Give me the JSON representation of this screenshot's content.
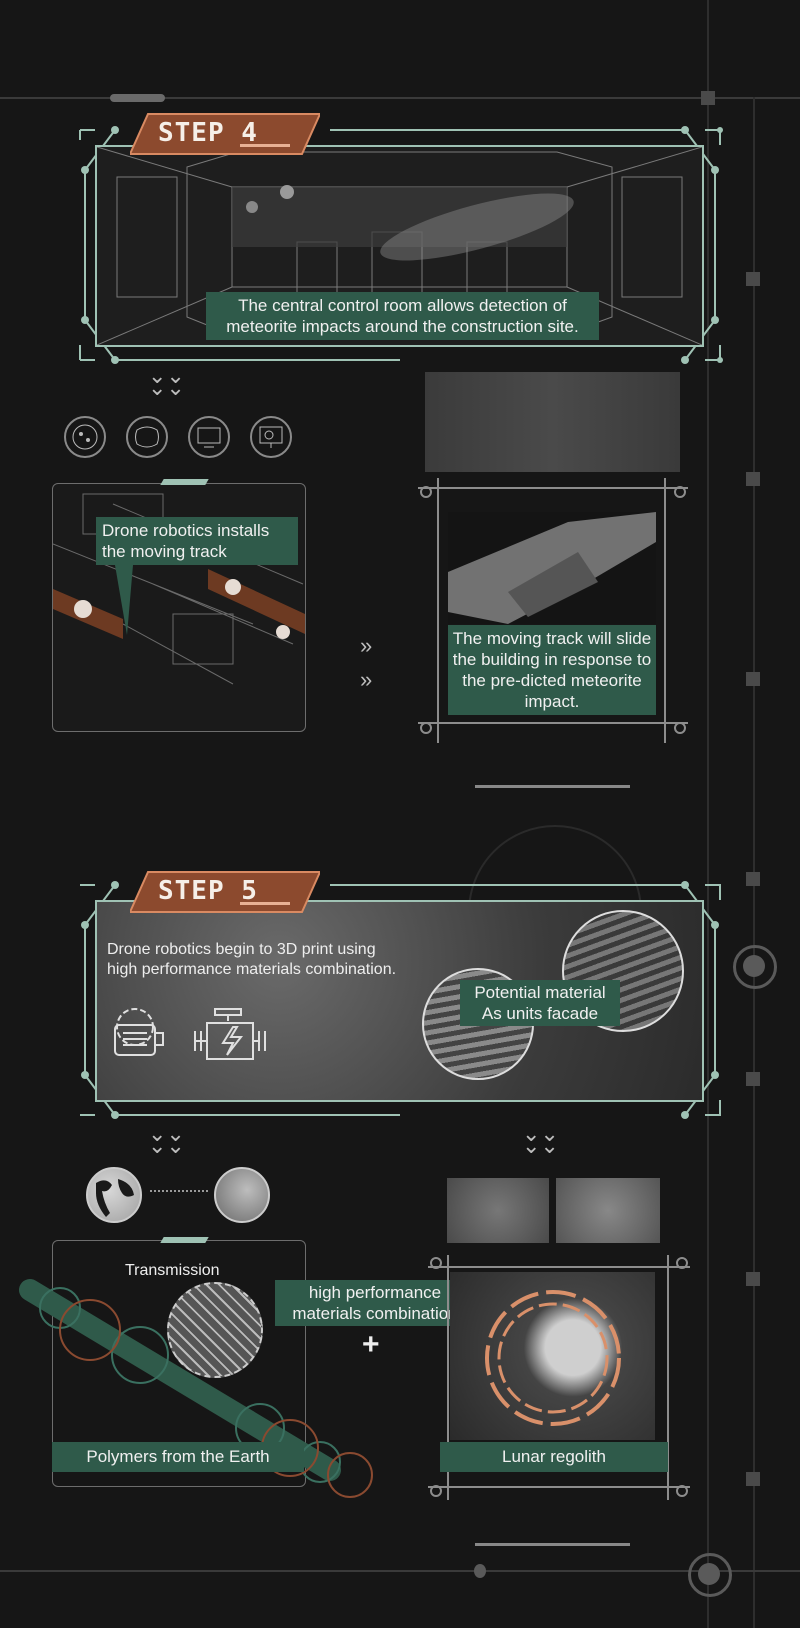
{
  "step4": {
    "badge": "STEP 4",
    "main_caption": "The central control room allows detection of meteorite impacts around the construction site.",
    "icons": [
      "microbe-icon",
      "map-icon",
      "monitor-icon",
      "radar-monitor-icon"
    ],
    "drone_caption_line1": "Drone robotics installs",
    "drone_caption_line2": "the moving track",
    "track_caption": "The moving track will slide the building in response to the pre-dicted meteorite impact."
  },
  "step5": {
    "badge": "STEP 5",
    "intro_line1": "Drone robotics begin to 3D print using",
    "intro_line2": "high performance materials combination.",
    "material_line1": "Potential material",
    "material_line2": "As units facade",
    "icons": [
      "motor-gear-icon",
      "electric-engine-icon"
    ],
    "transmission": "Transmission",
    "combination_line1": "high performance",
    "combination_line2": "materials combination",
    "plus": "+",
    "polymers": "Polymers from the Earth",
    "regolith": "Lunar regolith"
  },
  "colors": {
    "accent_green": "#2f5a4a",
    "frame_mint": "#9fc2b4",
    "badge_orange": "#b0643f",
    "background": "#161616"
  }
}
